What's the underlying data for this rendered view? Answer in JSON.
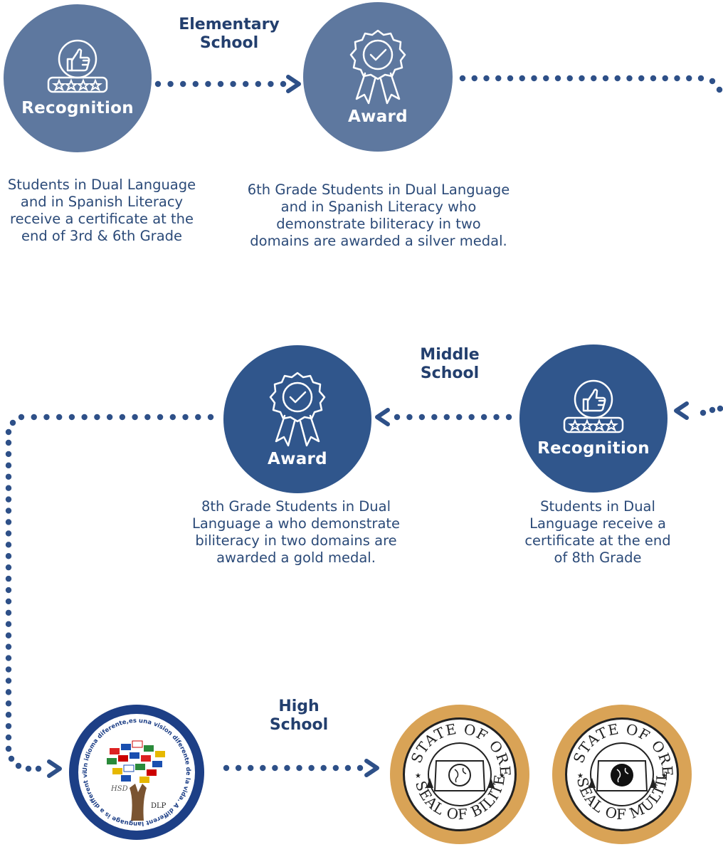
{
  "stages": {
    "elementary": "Elementary\nSchool",
    "middle": "Middle\nSchool",
    "high": "High\nSchool"
  },
  "nodes": {
    "elem_recognition": {
      "label": "Recognition",
      "icon": "thumbs-up-stars-icon"
    },
    "elem_award": {
      "label": "Award",
      "icon": "award-ribbon-icon"
    },
    "middle_award": {
      "label": "Award",
      "icon": "award-ribbon-icon"
    },
    "middle_recognition": {
      "label": "Recognition",
      "icon": "thumbs-up-stars-icon"
    }
  },
  "descriptions": {
    "elem_recognition": "Students in Dual Language\nand in Spanish Literacy\nreceive a certificate at the\nend of  3rd & 6th Grade",
    "elem_award": "6th Grade Students in Dual Language\nand in Spanish Literacy who\ndemonstrate biliteracy in two\ndomains are awarded  a silver medal.",
    "middle_award": "8th Grade Students in Dual\nLanguage a who demonstrate\nbiliteracy in two domains are\nawarded  a gold  medal.",
    "middle_recognition": "Students in Dual\nLanguage receive a\ncertificate at the end\nof  8th Grade"
  },
  "high_school": {
    "logo": {
      "ring_text": "Un idioma diferente,es una vision diferente de la vida. A different language is a different vision of life.",
      "letters": "HSD",
      "badge": "DLP"
    },
    "seal_biliteracy": {
      "top": "STATE OF OREGON",
      "bottom": "SEAL OF BILITERACY"
    },
    "seal_multiliteracy": {
      "top": "STATE OF OREGON",
      "bottom": "SEAL OF MULTILITERACY"
    }
  },
  "colors": {
    "elementary_circle": "#5e789f",
    "middle_circle": "#30568c",
    "connector": "#2e5088",
    "seal_gold": "#d9a356",
    "logo_ring": "#1d3f86"
  }
}
